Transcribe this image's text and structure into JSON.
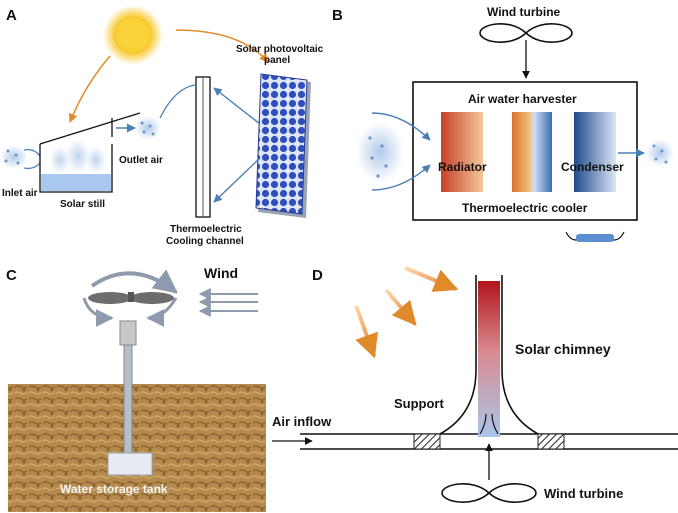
{
  "panels": {
    "a": {
      "letter": "A",
      "inlet_air": "Inlet air",
      "solar_still": "Solar still",
      "outlet_air": "Outlet air",
      "pv_line1": "Solar photovoltaic",
      "pv_line2": "panel",
      "channel_line1": "Thermoelectric",
      "channel_line2": "Cooling channel"
    },
    "b": {
      "letter": "B",
      "wind_turbine": "Wind turbine",
      "harvester": "Air water harvester",
      "radiator": "Radiator",
      "condenser": "Condenser",
      "cooler": "Thermoelectric cooler"
    },
    "c": {
      "letter": "C",
      "wind": "Wind",
      "tank": "Water storage tank"
    },
    "d": {
      "letter": "D",
      "chimney": "Solar chimney",
      "support": "Support",
      "air_inflow": "Air inflow",
      "wind_turbine": "Wind turbine"
    }
  },
  "colors": {
    "sun": "#f7c21a",
    "orange_arrow": "#e08a2a",
    "blue_arrow": "#4a7fb5",
    "panel_blue": "#2f4fbf",
    "soil": "#b58a4c",
    "chimney_red": "#b0151a",
    "chimney_blue": "#a9c6ea"
  }
}
